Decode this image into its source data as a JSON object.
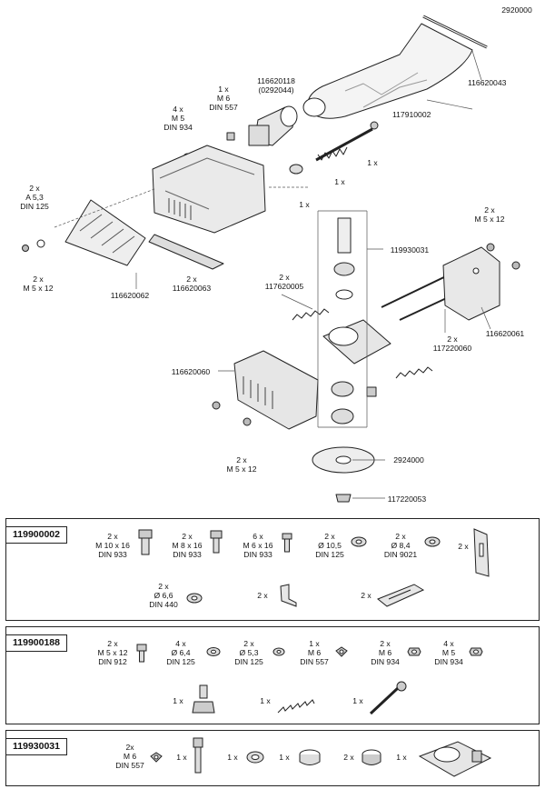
{
  "doc_id": "2920000",
  "exploded": {
    "callouts": {
      "bag_rod": "116620043",
      "bag": "117910002",
      "adapter": "116620118\n(0292044)",
      "adapter_qty": "1 x\nM 6\nDIN 557",
      "nut_m5": "4 x\nM 5\nDIN 934",
      "screw_long": "1 x",
      "spring_top": "1 x",
      "knob_small": "1 x",
      "washer_a53": "2 x\nA 5,3\nDIN 125",
      "screw_m5_left": "2 x\nM 5 x 12",
      "guide_left": "116620062",
      "rail_left": "2 x\n116620063",
      "bolt_post": "119930031",
      "screws_right": "2 x\nM 5 x 12",
      "spring_left": "2 x\n117620005",
      "frame_right": "116620061",
      "rods": "2 x\n117220060",
      "housing_lower": "116620060",
      "screws_bottom": "2 x\nM 5 x 12",
      "cutter": "2924000",
      "bolt_bottom": "117220053"
    }
  },
  "kits": [
    {
      "id": "119900002",
      "items": [
        {
          "qty": "2 x\nM 10 x 16\nDIN 933",
          "icon": "hex-bolt-large-icon"
        },
        {
          "qty": "2 x\nM 8 x 16\nDIN 933",
          "icon": "hex-bolt-medium-icon"
        },
        {
          "qty": "6 x\nM 6 x 16\nDIN 933",
          "icon": "hex-bolt-small-icon"
        },
        {
          "qty": "2 x\nØ 10,5\nDIN 125",
          "icon": "washer-icon"
        },
        {
          "qty": "2 x\nØ 8,4\nDIN 9021",
          "icon": "washer-icon"
        },
        {
          "qty": "2 x",
          "icon": "bracket-plate-icon"
        },
        {
          "qty": "2 x\nØ 6,6\nDIN 440",
          "icon": "washer-icon"
        },
        {
          "qty": "2 x",
          "icon": "angle-bracket-icon"
        },
        {
          "qty": "2 x",
          "icon": "slotted-bar-icon"
        }
      ]
    },
    {
      "id": "119900188",
      "items": [
        {
          "qty": "2 x\nM 5 x 12\nDIN 912",
          "icon": "socket-screw-icon"
        },
        {
          "qty": "4 x\nØ 6,4\nDIN 125",
          "icon": "washer-icon"
        },
        {
          "qty": "2 x\nØ 5,3\nDIN 125",
          "icon": "washer-icon"
        },
        {
          "qty": "1 x\nM 6\nDIN 557",
          "icon": "square-nut-icon"
        },
        {
          "qty": "2 x\nM 6\nDIN 934",
          "icon": "hex-nut-icon"
        },
        {
          "qty": "4 x\nM 5\nDIN 934",
          "icon": "hex-nut-icon"
        },
        {
          "qty": "1 x",
          "icon": "star-knob-icon"
        },
        {
          "qty": "1 x",
          "icon": "spring-icon"
        },
        {
          "qty": "1 x",
          "icon": "long-screw-icon"
        }
      ]
    },
    {
      "id": "119930031",
      "items": [
        {
          "qty": "2x\nM 6\nDIN 557",
          "icon": "square-nut-icon"
        },
        {
          "qty": "1 x",
          "icon": "bolt-pin-icon"
        },
        {
          "qty": "1 x",
          "icon": "ring-icon"
        },
        {
          "qty": "1 x",
          "icon": "bushing-icon"
        },
        {
          "qty": "2 x",
          "icon": "bushing-icon"
        },
        {
          "qty": "1 x",
          "icon": "clamp-block-icon"
        }
      ]
    }
  ]
}
